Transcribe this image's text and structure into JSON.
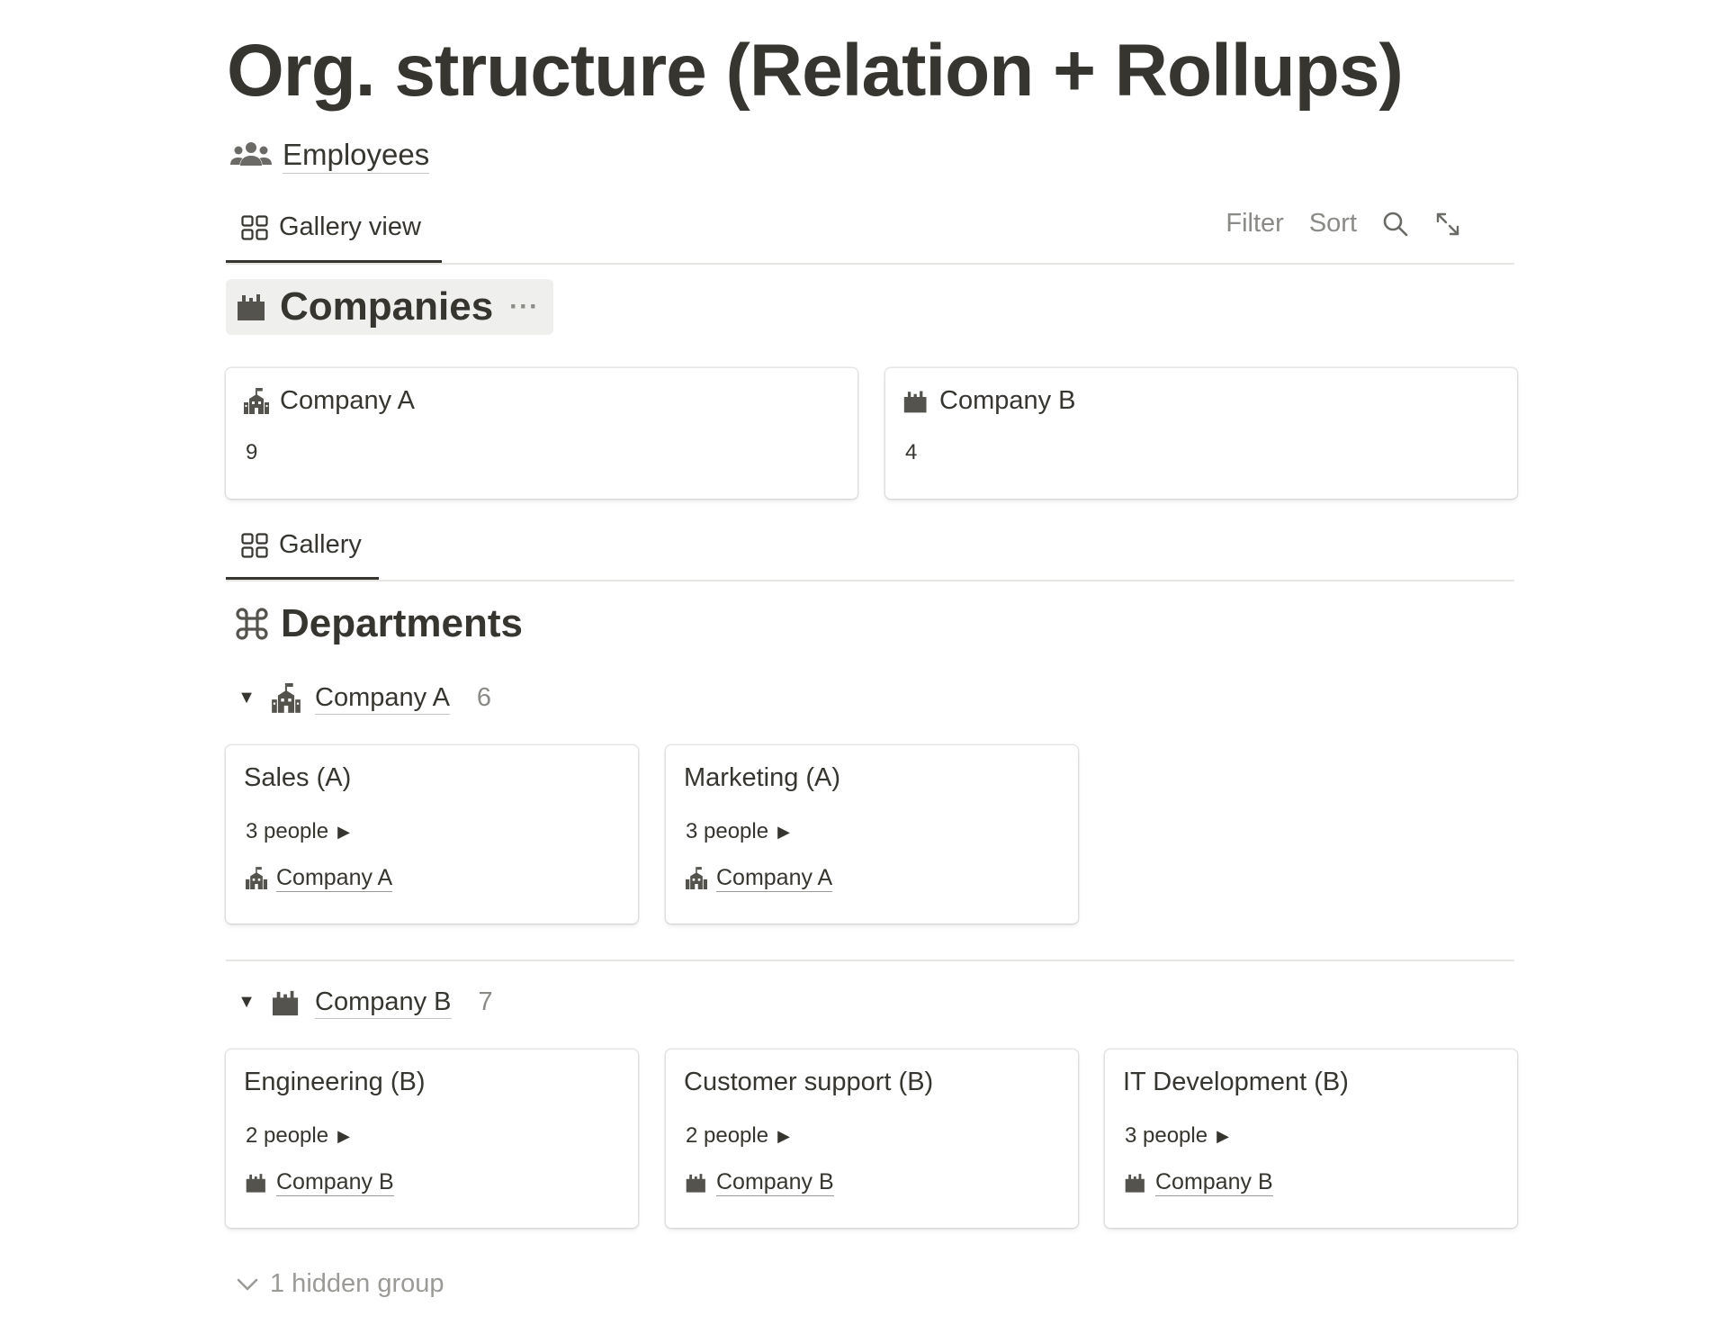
{
  "page": {
    "title": "Org. structure (Relation + Rollups)"
  },
  "linked_database": {
    "icon": "people-icon",
    "label": "Employees"
  },
  "top_view": {
    "icon": "gallery-icon",
    "label": "Gallery view"
  },
  "toolbar": {
    "filter": "Filter",
    "sort": "Sort",
    "search_icon": "search-icon",
    "expand_icon": "expand-icon"
  },
  "companies": {
    "title": "Companies",
    "icon": "factory-icon",
    "more": "···",
    "cards": [
      {
        "name": "Company A",
        "icon": "school-icon",
        "value": "9"
      },
      {
        "name": "Company B",
        "icon": "factory-icon",
        "value": "4"
      }
    ]
  },
  "second_view": {
    "icon": "gallery-icon",
    "label": "Gallery"
  },
  "departments": {
    "title": "Departments",
    "icon": "command-icon",
    "groups": [
      {
        "name": "Company A",
        "icon": "school-icon",
        "count": "6",
        "cards": [
          {
            "title": "Sales (A)",
            "people": "3 people",
            "company": "Company A",
            "company_icon": "school-icon"
          },
          {
            "title": "Marketing (A)",
            "people": "3 people",
            "company": "Company A",
            "company_icon": "school-icon"
          }
        ]
      },
      {
        "name": "Company B",
        "icon": "factory-icon",
        "count": "7",
        "cards": [
          {
            "title": "Engineering (B)",
            "people": "2 people",
            "company": "Company B",
            "company_icon": "factory-icon"
          },
          {
            "title": "Customer support (B)",
            "people": "2 people",
            "company": "Company B",
            "company_icon": "factory-icon"
          },
          {
            "title": "IT Development (B)",
            "people": "3 people",
            "company": "Company B",
            "company_icon": "factory-icon"
          }
        ]
      }
    ],
    "hidden_groups": "1 hidden group"
  }
}
